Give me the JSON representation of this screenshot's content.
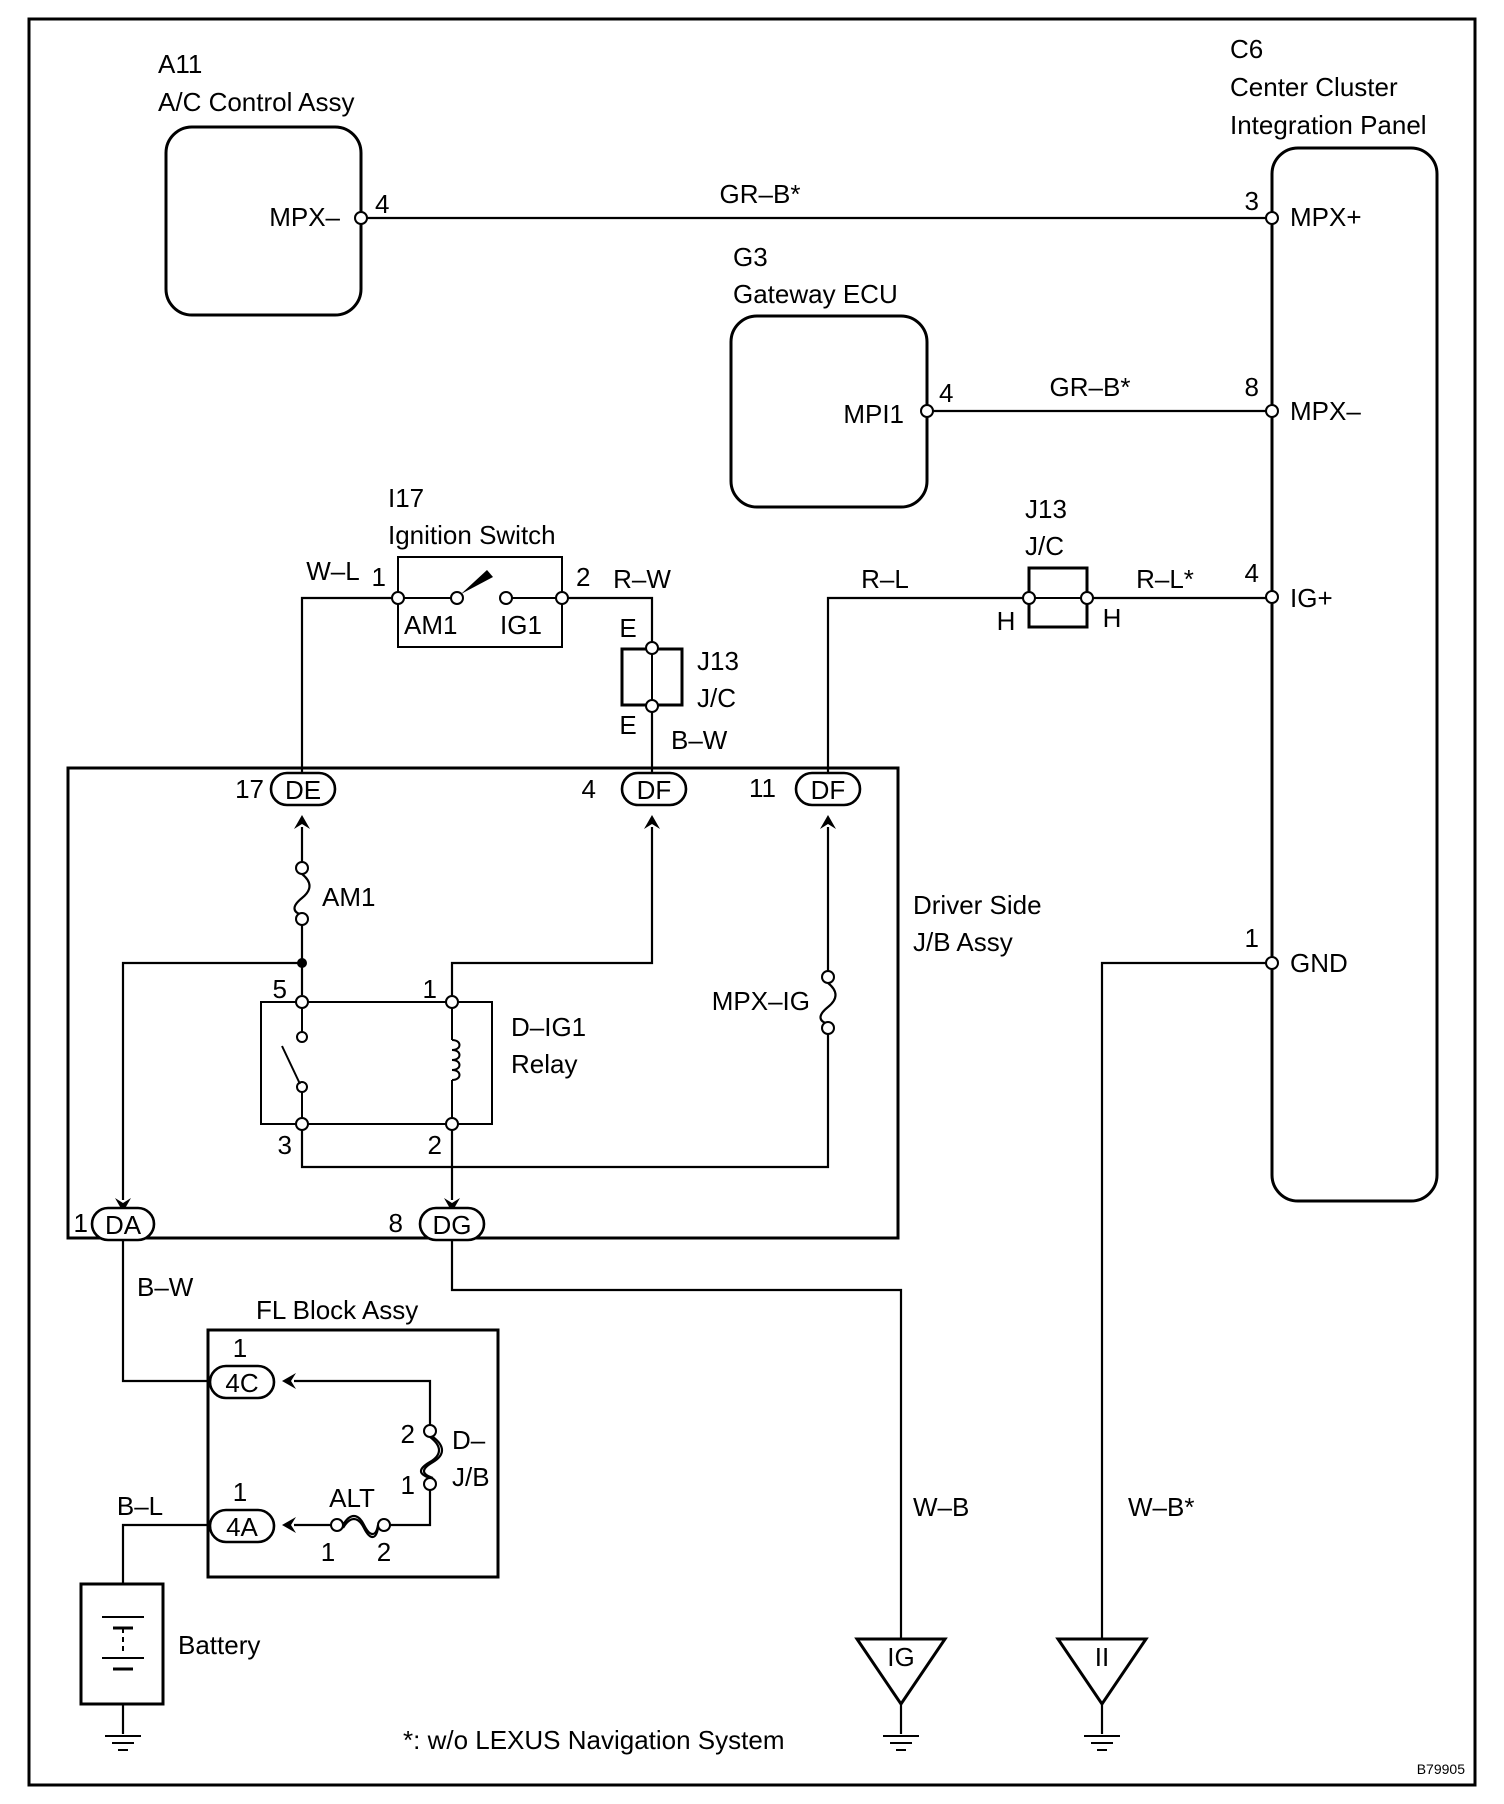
{
  "components": {
    "a11": {
      "code": "A11",
      "name": "A/C Control Assy",
      "pin_label": "MPX–",
      "pin_no": "4"
    },
    "c6": {
      "code": "C6",
      "name_line1": "Center Cluster",
      "name_line2": "Integration Panel",
      "pins": [
        {
          "no": "3",
          "label": "MPX+"
        },
        {
          "no": "8",
          "label": "MPX–"
        },
        {
          "no": "4",
          "label": "IG+"
        },
        {
          "no": "1",
          "label": "GND"
        }
      ]
    },
    "g3": {
      "code": "G3",
      "name": "Gateway ECU",
      "pin_label": "MPI1",
      "pin_no": "4"
    },
    "i17": {
      "code": "I17",
      "name": "Ignition Switch",
      "term_am1": "AM1",
      "term_ig1": "IG1",
      "pin_left": "1",
      "pin_right": "2"
    },
    "j13_top": {
      "code": "J13",
      "name": "J/C",
      "pin_left": "H",
      "pin_right": "H"
    },
    "j13_left": {
      "code": "J13",
      "name": "J/C",
      "pin_top": "E",
      "pin_bottom": "E"
    },
    "jb": {
      "name_line1": "Driver Side",
      "name_line2": "J/B Assy",
      "conn_de": "DE",
      "conn_de_pin": "17",
      "conn_df1": "DF",
      "conn_df1_pin": "4",
      "conn_df2": "DF",
      "conn_df2_pin": "11",
      "conn_da": "DA",
      "conn_da_pin": "1",
      "conn_dg": "DG",
      "conn_dg_pin": "8",
      "fuse_am1": "AM1",
      "fuse_mpxig": "MPX–IG",
      "relay_line1": "D–IG1",
      "relay_line2": "Relay",
      "relay_pin5": "5",
      "relay_pin1": "1",
      "relay_pin3": "3",
      "relay_pin2": "2"
    },
    "fl": {
      "name": "FL Block Assy",
      "conn_4c": "4C",
      "conn_4c_pin": "1",
      "conn_4a": "4A",
      "conn_4a_pin": "1",
      "fuse_alt": "ALT",
      "alt_pin1": "1",
      "alt_pin2": "2",
      "fuse_dj_line1": "D–",
      "fuse_dj_line2": "J/B",
      "dj_pin2": "2",
      "dj_pin1": "1"
    },
    "battery": {
      "name": "Battery"
    },
    "ground_ig": {
      "label": "IG"
    },
    "ground_ii": {
      "label": "II"
    }
  },
  "wires": {
    "gr_b_1": "GR–B*",
    "gr_b_2": "GR–B*",
    "w_l": "W–L",
    "r_w": "R–W",
    "r_l": "R–L",
    "r_l_star": "R–L*",
    "b_w_1": "B–W",
    "b_w_2": "B–W",
    "b_l": "B–L",
    "w_b": "W–B",
    "w_b_star": "W–B*"
  },
  "footnote": "*: w/o LEXUS Navigation System",
  "drawing_id": "B79905"
}
